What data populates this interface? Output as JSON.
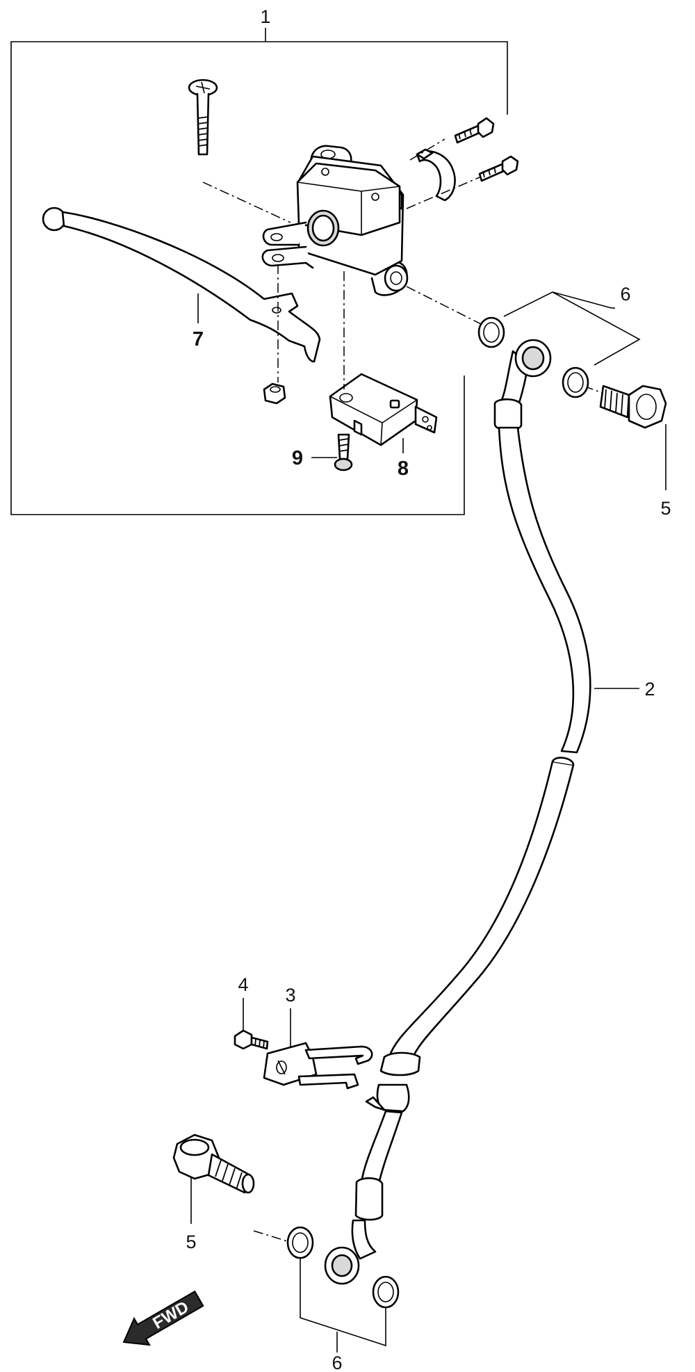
{
  "callouts": {
    "c1": "1",
    "c2": "2",
    "c3": "3",
    "c4": "4",
    "c5_top": "5",
    "c5_bottom": "5",
    "c6_top": "6",
    "c6_bottom": "6",
    "c7": "7",
    "c8": "8",
    "c9": "9"
  },
  "direction_arrow": {
    "label": "FWD",
    "icon": "fwd-arrow-icon"
  },
  "colors": {
    "line": "#000000",
    "background": "#ffffff",
    "arrow_fill": "#2b2b2b"
  }
}
